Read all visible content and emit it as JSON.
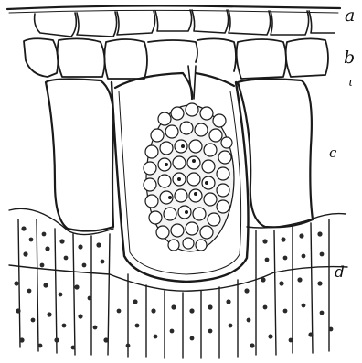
{
  "figure": {
    "labels": {
      "a": "a",
      "b": "b",
      "i": "ι",
      "c": "c",
      "d": "d"
    },
    "ink_color": "#1a1a1a",
    "paper_color": "#ffffff"
  }
}
